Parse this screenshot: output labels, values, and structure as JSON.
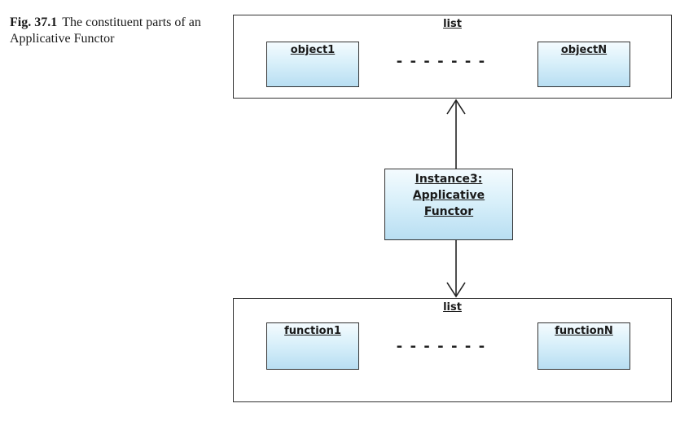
{
  "caption": {
    "label": "Fig. 37.1",
    "text": "The constituent parts of an Applicative Functor"
  },
  "top_list": {
    "title": "list",
    "first": "object1",
    "last": "objectN",
    "ellipsis": "-------"
  },
  "functor": {
    "line1": "Instance3:",
    "line2": "Applicative",
    "line3": "Functor"
  },
  "bottom_list": {
    "title": "list",
    "first": "function1",
    "last": "functionN",
    "ellipsis": "-------"
  }
}
